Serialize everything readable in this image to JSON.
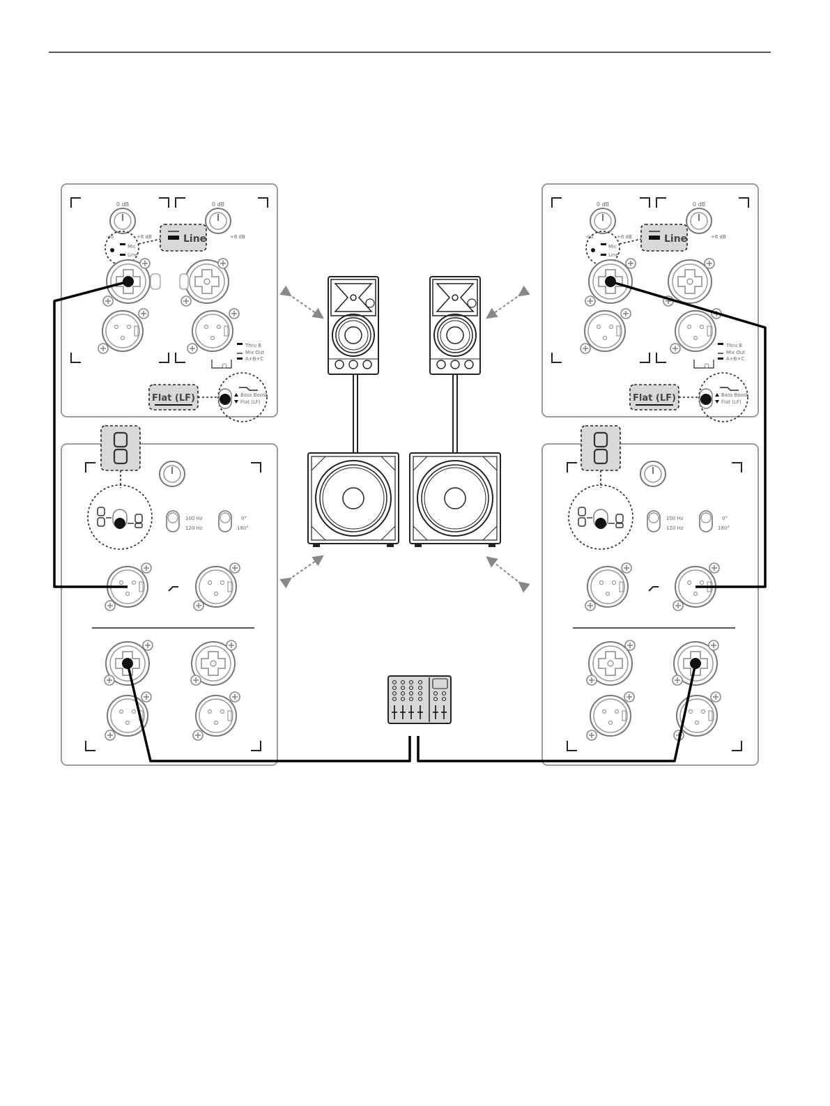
{
  "left_speaker_panel": {
    "channel_a_level": "0 dB",
    "channel_b_level": "0 dB",
    "gain_max": "+6 dB",
    "gain_min": "-oo",
    "mic_label": "Mic",
    "line_label": "Line",
    "line_callout": "Line",
    "thru_label": "Thru B",
    "mix_out_label": "Mix Out",
    "mix_sum_label": "A+B+C",
    "bass_boost_label": "Bass Boost",
    "flat_lf_label": "Flat (LF)",
    "flat_callout": "Flat (LF)"
  },
  "right_speaker_panel": {
    "channel_a_level": "0 dB",
    "channel_b_level": "0 dB",
    "gain_max": "+6 dB",
    "gain_min": "-oo",
    "mic_label": "Mic",
    "line_label": "Line",
    "line_callout": "Line",
    "thru_label": "Thru B",
    "mix_out_label": "Mix Out",
    "mix_sum_label": "A+B+C",
    "bass_boost_label": "Bass Boost",
    "flat_lf_label": "Flat (LF)",
    "flat_callout": "Flat (LF)"
  },
  "left_sub_panel": {
    "crossover_100": "100 Hz",
    "crossover_120": "120 Hz",
    "phase_0": "0°",
    "phase_180": "180°"
  },
  "right_sub_panel": {
    "crossover_100": "100 Hz",
    "crossover_120": "120 Hz",
    "phase_0": "0°",
    "phase_180": "180°"
  },
  "colors": {
    "panel_border": "#9a9a9a",
    "callout_fill": "#d8d8d8",
    "cable": "#000000",
    "drawing": "#222222"
  }
}
